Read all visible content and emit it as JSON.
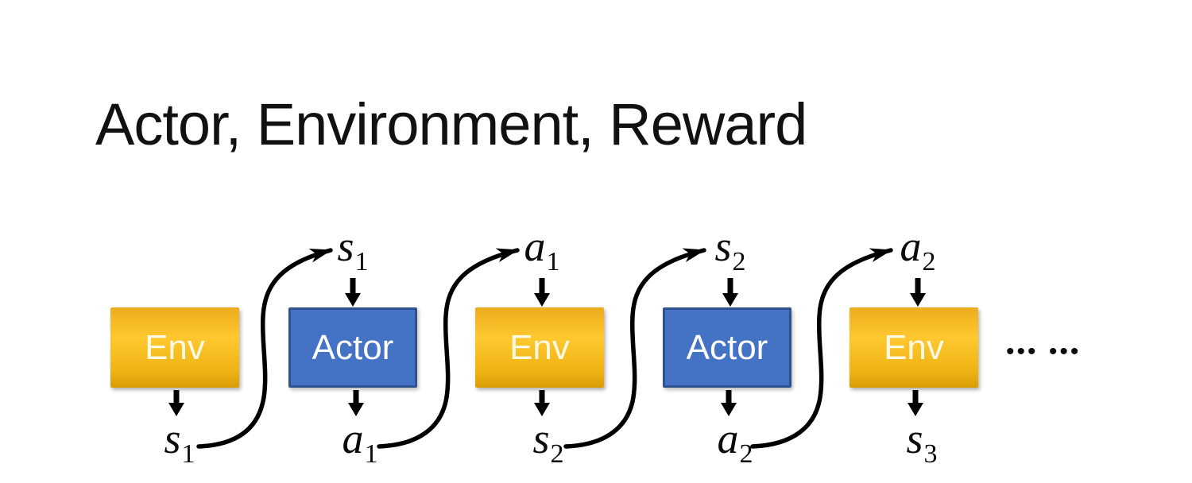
{
  "title": "Actor, Environment, Reward",
  "diagram": {
    "boxes": [
      {
        "label": "Env",
        "type": "environment"
      },
      {
        "label": "Actor",
        "type": "actor"
      },
      {
        "label": "Env",
        "type": "environment"
      },
      {
        "label": "Actor",
        "type": "actor"
      },
      {
        "label": "Env",
        "type": "environment"
      }
    ],
    "top_labels": [
      {
        "main": "s",
        "sub": "1"
      },
      {
        "main": "a",
        "sub": "1"
      },
      {
        "main": "s",
        "sub": "2"
      },
      {
        "main": "a",
        "sub": "2"
      }
    ],
    "bottom_labels": [
      {
        "main": "s",
        "sub": "1"
      },
      {
        "main": "a",
        "sub": "1"
      },
      {
        "main": "s",
        "sub": "2"
      },
      {
        "main": "a",
        "sub": "2"
      },
      {
        "main": "s",
        "sub": "3"
      }
    ],
    "ellipsis": "••• •••"
  },
  "colors": {
    "env_fill_top": "#FFC82F",
    "env_fill_bottom": "#D89E04",
    "actor_fill": "#4472C4",
    "actor_border": "#2F528F",
    "arrow": "#000000",
    "background": "#FFFFFF",
    "title_text": "#111111"
  }
}
